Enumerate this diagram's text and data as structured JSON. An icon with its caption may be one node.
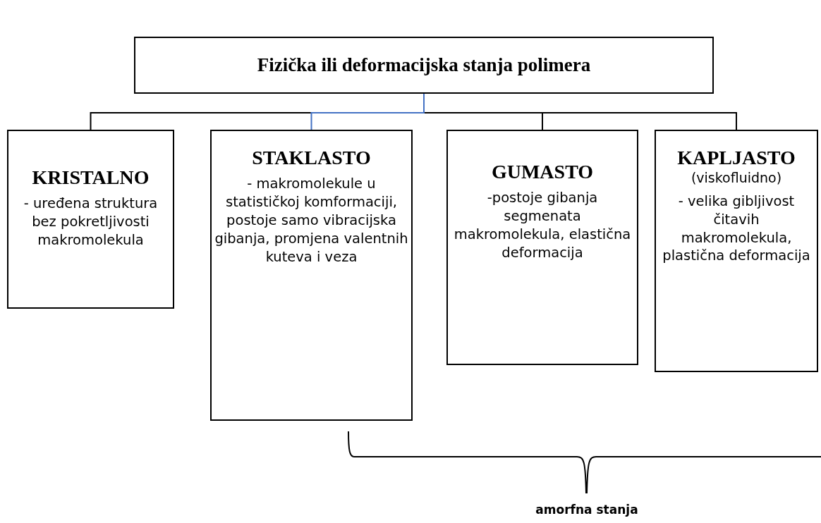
{
  "diagram": {
    "nodes": [
      {
        "text": [
          "Fizička ili deformacijska stanja polimera"
        ]
      },
      {
        "text": [
          "KRISTALNO",
          "- uređena struktura bez pokretljivosti makromolekula"
        ]
      },
      {
        "text": [
          "STAKLASTO",
          "- makromolekule u statističkoj komformaciji, postoje samo vibracijska gibanja, promjena valentnih kuteva i veza"
        ]
      },
      {
        "text": [
          "GUMASTO",
          "-postoje gibanja segmenata makromolekula, elastična deformacija"
        ]
      },
      {
        "text": [
          "KAPLJASTO",
          "(viskofluidno)",
          "- velika gibljivost čitavih makromolekula, plastična deformacija"
        ]
      }
    ],
    "edges": [
      {
        "from": 0,
        "to": 1,
        "arrow": "none"
      },
      {
        "from": 0,
        "to": 2,
        "arrow": "none",
        "color": "#4472c4"
      },
      {
        "from": 0,
        "to": 3,
        "arrow": "none"
      },
      {
        "from": 0,
        "to": 4,
        "arrow": "none"
      }
    ],
    "labels": [
      "amorfna stanja"
    ]
  }
}
